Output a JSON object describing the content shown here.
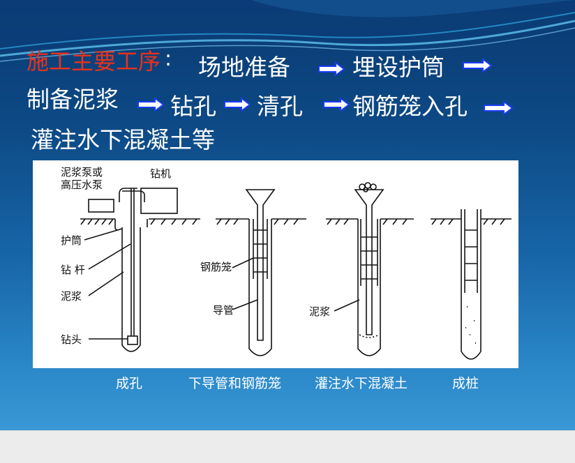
{
  "heading": {
    "label": "施工主要工序",
    "colon": ":",
    "steps": [
      "场地准备",
      "埋设护筒",
      "制备泥浆",
      "钻孔",
      "清孔",
      "钢筋笼入孔",
      "灌注水下混凝土等"
    ]
  },
  "diagram": {
    "labels": {
      "pump": "泥浆泵或",
      "pump2": "高压水泵",
      "rig": "钻机",
      "casing": "护筒",
      "rod": "钻 杆",
      "slurry1": "泥浆",
      "bit": "钻头",
      "cage": "钢筋笼",
      "tremie": "导管",
      "slurry2": "泥浆"
    }
  },
  "captions": [
    "成孔",
    "下导管和钢筋笼",
    "灌注水下混凝土",
    "成桩"
  ],
  "colors": {
    "accent_red": "#e8321c",
    "arrow_blue": "#1a3cff",
    "background_top": "#0a3a72",
    "background_bottom": "#3a98d6"
  }
}
